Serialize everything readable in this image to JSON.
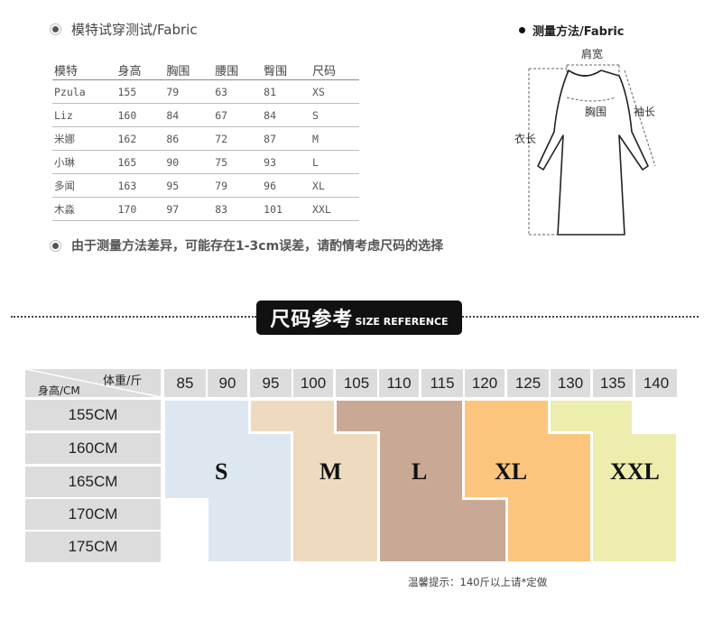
{
  "model_section": {
    "title": "模特试穿测试/Fabric",
    "headers": [
      "模特",
      "身高",
      "胸围",
      "腰围",
      "臀围",
      "尺码"
    ],
    "rows": [
      [
        "Pzula",
        "155",
        "79",
        "63",
        "81",
        "XS"
      ],
      [
        "Liz",
        "160",
        "84",
        "67",
        "84",
        "S"
      ],
      [
        "米娜",
        "162",
        "86",
        "72",
        "87",
        "M"
      ],
      [
        "小琳",
        "165",
        "90",
        "75",
        "93",
        "L"
      ],
      [
        "多闻",
        "163",
        "95",
        "79",
        "96",
        "XL"
      ],
      [
        "木淼",
        "170",
        "97",
        "83",
        "101",
        "XXL"
      ]
    ],
    "note": "由于测量方法差异，可能存在1-3cm误差，请酌情考虑尺码的选择"
  },
  "measure_section": {
    "title": "测量方法/Fabric",
    "labels": {
      "shoulder": "肩宽",
      "chest": "胸围",
      "sleeve": "袖长",
      "length": "衣长"
    }
  },
  "reference": {
    "title_zh": "尺码参考",
    "title_en": "SIZE REFERENCE",
    "corner_weight": "体重/斤",
    "corner_height": "身高/CM",
    "weights": [
      "85",
      "90",
      "95",
      "100",
      "105",
      "110",
      "115",
      "120",
      "125",
      "130",
      "135",
      "140"
    ],
    "heights": [
      "155CM",
      "160CM",
      "165CM",
      "170CM",
      "175CM"
    ],
    "sizes": [
      {
        "label": "S",
        "color": "#dde7ef"
      },
      {
        "label": "M",
        "color": "#eedbbf"
      },
      {
        "label": "L",
        "color": "#c9a895"
      },
      {
        "label": "XL",
        "color": "#fcc57e"
      },
      {
        "label": "XXL",
        "color": "#ecedae"
      }
    ],
    "hint": "温馨提示：140斤以上请*定做"
  }
}
